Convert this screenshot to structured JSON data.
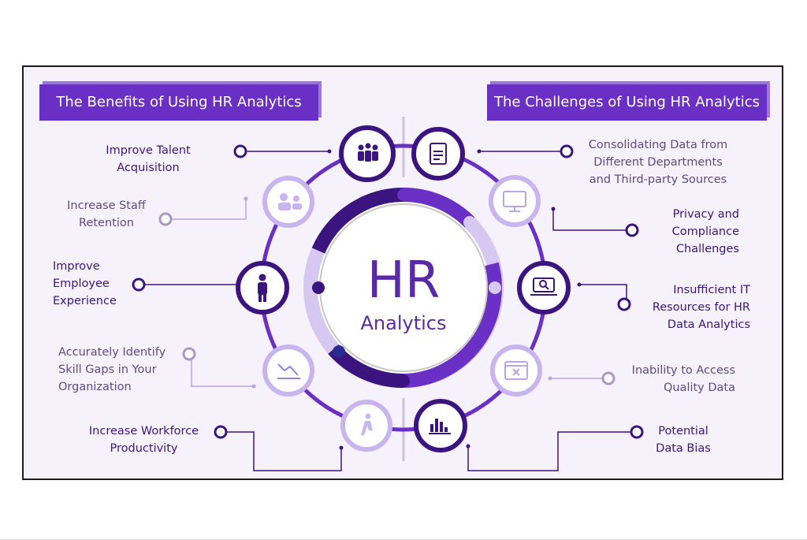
{
  "benefits": {
    "title": "The Benefits of Using HR Analytics",
    "items": [
      {
        "line1": "Improve Talent",
        "line2": "Acquisition",
        "line3": ""
      },
      {
        "line1": "Increase Staff",
        "line2": "Retention",
        "line3": ""
      },
      {
        "line1": "Improve",
        "line2": "Employee",
        "line3": "Experience"
      },
      {
        "line1": "Accurately Identify",
        "line2": "Skill Gaps in Your",
        "line3": "Organization"
      },
      {
        "line1": "Increase Workforce",
        "line2": "Productivity",
        "line3": ""
      }
    ]
  },
  "challenges": {
    "title": "The Challenges of Using HR Analytics",
    "items": [
      {
        "line1": "Consolidating Data from",
        "line2": "Different Departments",
        "line3": "and Third-party Sources"
      },
      {
        "line1": "Privacy and",
        "line2": "Compliance",
        "line3": "Challenges"
      },
      {
        "line1": "Insufficient IT",
        "line2": "Resources for HR",
        "line3": "Data Analytics"
      },
      {
        "line1": "Inability to Access",
        "line2": "Quality Data",
        "line3": ""
      },
      {
        "line1": "Potential",
        "line2": "Data Bias",
        "line3": ""
      }
    ]
  },
  "center": {
    "title": "HR",
    "subtitle": "Analytics"
  },
  "icons": {
    "left": [
      "team-icon",
      "handshake-icon",
      "employee-icon",
      "chart-decline-icon",
      "climbing-person-icon"
    ],
    "right": [
      "document-icon",
      "computer-icon",
      "search-laptop-icon",
      "browser-error-icon",
      "bar-chart-icon"
    ]
  },
  "colors": {
    "primary": "#6a2fc4",
    "dark": "#3b1480",
    "light": "#c8b4ee",
    "background": "#f6f2fc"
  }
}
